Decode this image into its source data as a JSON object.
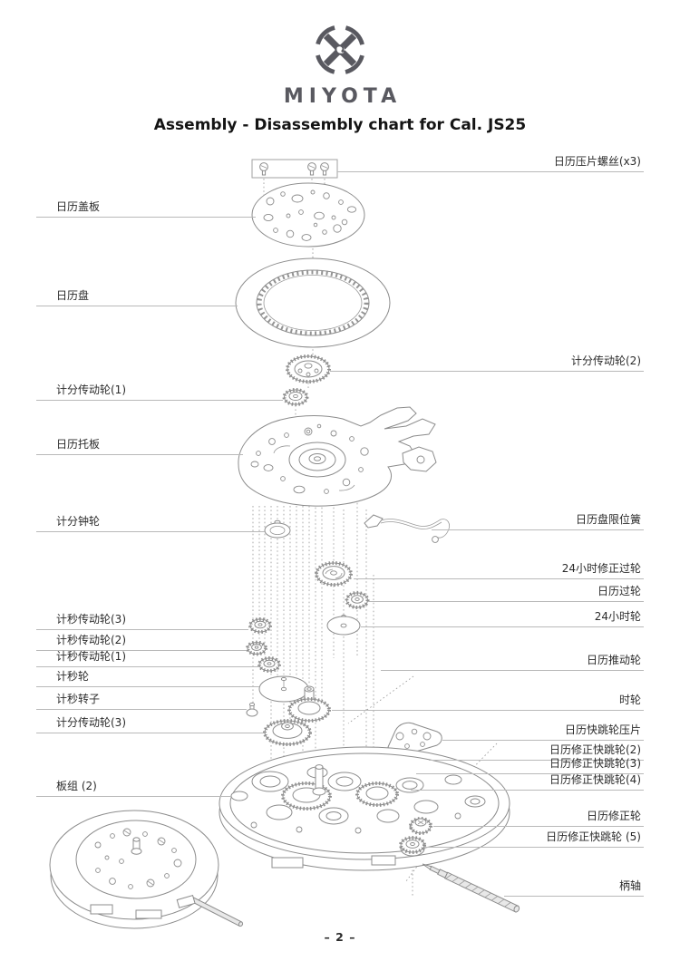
{
  "header": {
    "brand": "MIYOTA",
    "title": "Assembly - Disassembly chart for Cal. JS25"
  },
  "footer": {
    "page_label": "– 2 –"
  },
  "colors": {
    "logo_gray": "#595960",
    "label_text": "#2b2b2b",
    "leader_line": "#b9b9b9",
    "diagram_stroke": "#8c8c8c"
  },
  "icons": [
    "miyota-logo-icon"
  ],
  "labels": {
    "left": [
      {
        "text": "日历盖板"
      },
      {
        "text": "日历盘"
      },
      {
        "text": "计分传动轮(1)"
      },
      {
        "text": "日历托板"
      },
      {
        "text": "计分钟轮"
      },
      {
        "text": "计秒传动轮(3)"
      },
      {
        "text": "计秒传动轮(2)"
      },
      {
        "text": "计秒传动轮(1)"
      },
      {
        "text": "计秒轮"
      },
      {
        "text": "计秒转子"
      },
      {
        "text": "计分传动轮(3)"
      },
      {
        "text": "板组 (2)"
      }
    ],
    "right": [
      {
        "text": "日历压片螺丝(x3)"
      },
      {
        "text": "计分传动轮(2)"
      },
      {
        "text": "日历盘限位簧"
      },
      {
        "text": "24小时修正过轮"
      },
      {
        "text": "日历过轮"
      },
      {
        "text": "24小时轮"
      },
      {
        "text": "日历推动轮"
      },
      {
        "text": "时轮"
      },
      {
        "text": "日历快跳轮压片"
      },
      {
        "text": "日历修正快跳轮(2)"
      },
      {
        "text": "日历修正快跳轮(3)"
      },
      {
        "text": "日历修正快跳轮(4)"
      },
      {
        "text": "日历修正轮"
      },
      {
        "text": "日历修正快跳轮 (5)"
      },
      {
        "text": "柄轴"
      }
    ]
  }
}
